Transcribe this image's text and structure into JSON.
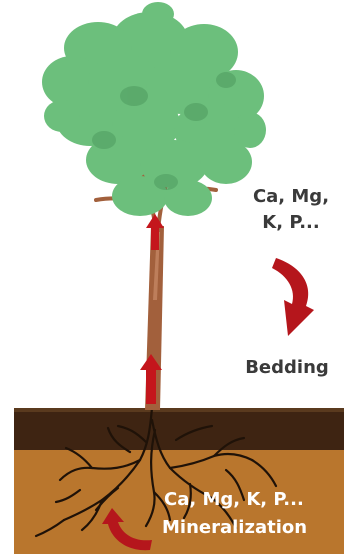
{
  "labels": {
    "nutrients_top_line1": "Ca, Mg,",
    "nutrients_top_line2": "K, P...",
    "bedding": "Bedding",
    "nutrients_bottom": "Ca, Mg, K, P...",
    "mineralization": "Mineralization"
  },
  "colors": {
    "foliage": "#6cbf7c",
    "foliage_dark": "#4e9a5e",
    "trunk": "#a2603c",
    "trunk_highlight": "#c98c68",
    "upward_arrow": "#c4161c",
    "cycle_arrow": "#b5161c",
    "litter_layer": "#3e2412",
    "soil": "#b9762d",
    "roots": "#1f1208",
    "label_text": "#3a3a3a",
    "soil_label_text": "#ffffff"
  },
  "icons": {
    "upward_arrows": "red-up-arrow",
    "cycle_arrows": "red-curved-arrow"
  }
}
